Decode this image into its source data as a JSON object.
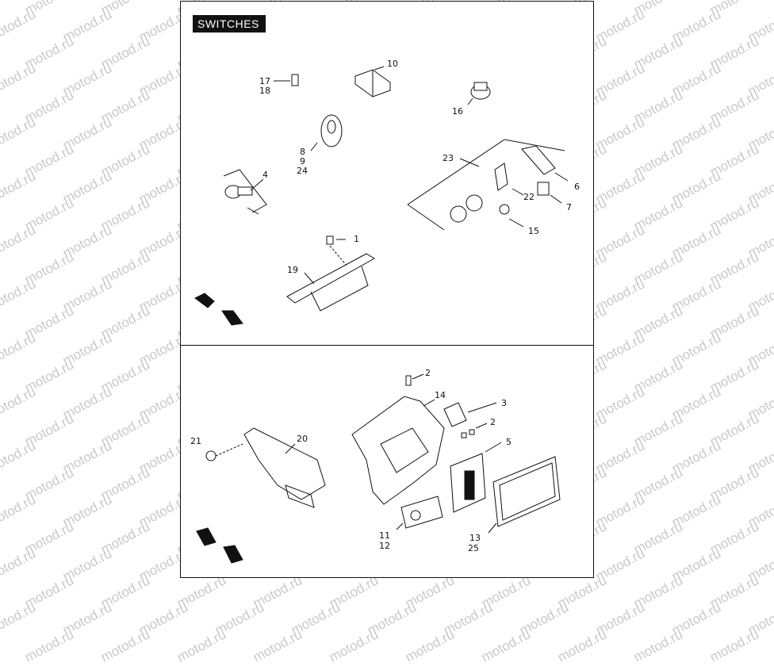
{
  "title": "SWITCHES",
  "watermark": "motod.ru",
  "callouts": {
    "c1": "1",
    "c2a": "2",
    "c2b": "2",
    "c3": "3",
    "c4": "4",
    "c5": "5",
    "c6": "6",
    "c7": "7",
    "c8": "8",
    "c9": "9",
    "c10": "10",
    "c11": "11",
    "c12": "12",
    "c13": "13",
    "c14": "14",
    "c15": "15",
    "c16": "16",
    "c17": "17",
    "c18": "18",
    "c19": "19",
    "c20": "20",
    "c21": "21",
    "c22": "22",
    "c23": "23",
    "c24": "24",
    "c25": "25"
  }
}
